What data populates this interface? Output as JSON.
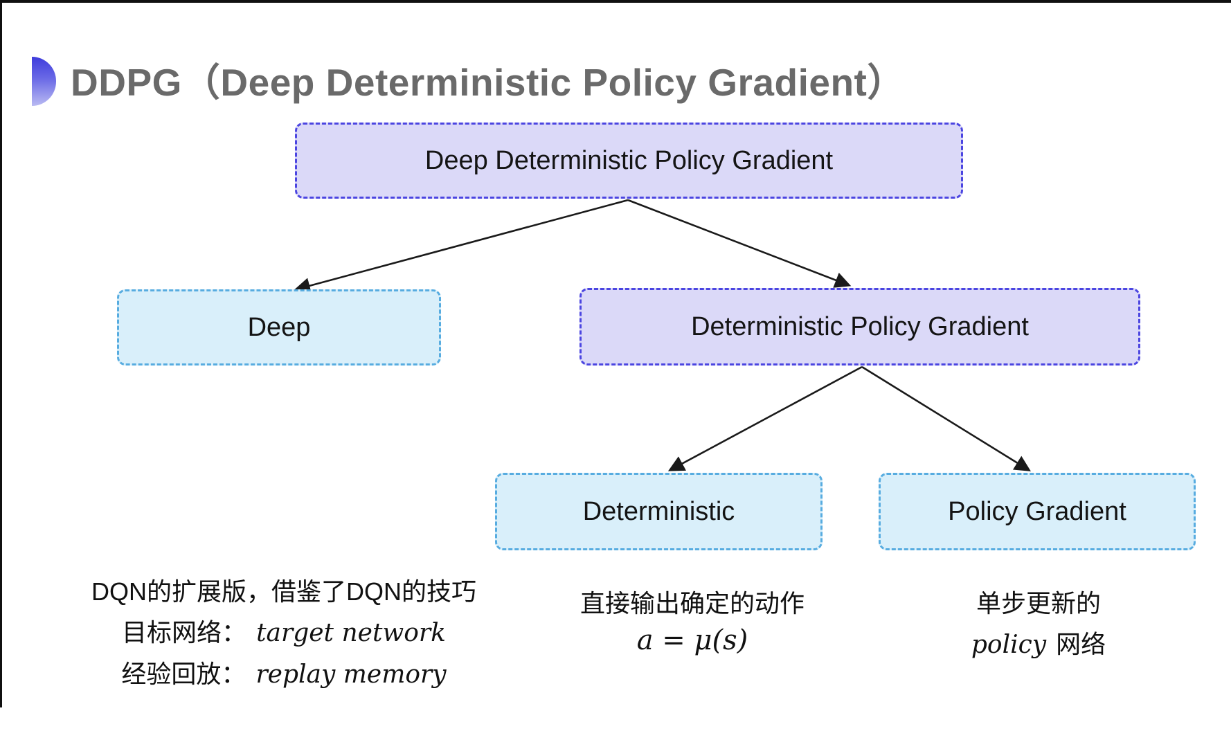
{
  "title": {
    "text": "DDPG（Deep Deterministic Policy Gradient）"
  },
  "colors": {
    "purple_fill": "#dbd9f8",
    "purple_border": "#4b45e1",
    "cyan_fill": "#d9effa",
    "cyan_border": "#57ace0",
    "arrow": "#1a1a1a",
    "title_text": "#6a6a6a",
    "bullet_gradient_top": "#3e3cdc",
    "bullet_gradient_bottom": "#b9baf2"
  },
  "tree": {
    "root": {
      "label": "Deep Deterministic Policy Gradient"
    },
    "deep": {
      "label": "Deep"
    },
    "dpg": {
      "label": "Deterministic Policy Gradient"
    },
    "deterministic": {
      "label": "Deterministic"
    },
    "policy_gradient": {
      "label": "Policy Gradient"
    }
  },
  "notes": {
    "deep": {
      "line1": "DQN的扩展版，借鉴了DQN的技巧",
      "target_label": "目标网络：",
      "target_value": "target network",
      "replay_label": "经验回放：",
      "replay_value": "replay memory"
    },
    "deterministic": {
      "line1": "直接输出确定的动作",
      "formula": "a = μ(s)"
    },
    "policy_gradient": {
      "line1": "单步更新的",
      "word": "policy",
      "suffix": "网络"
    }
  }
}
